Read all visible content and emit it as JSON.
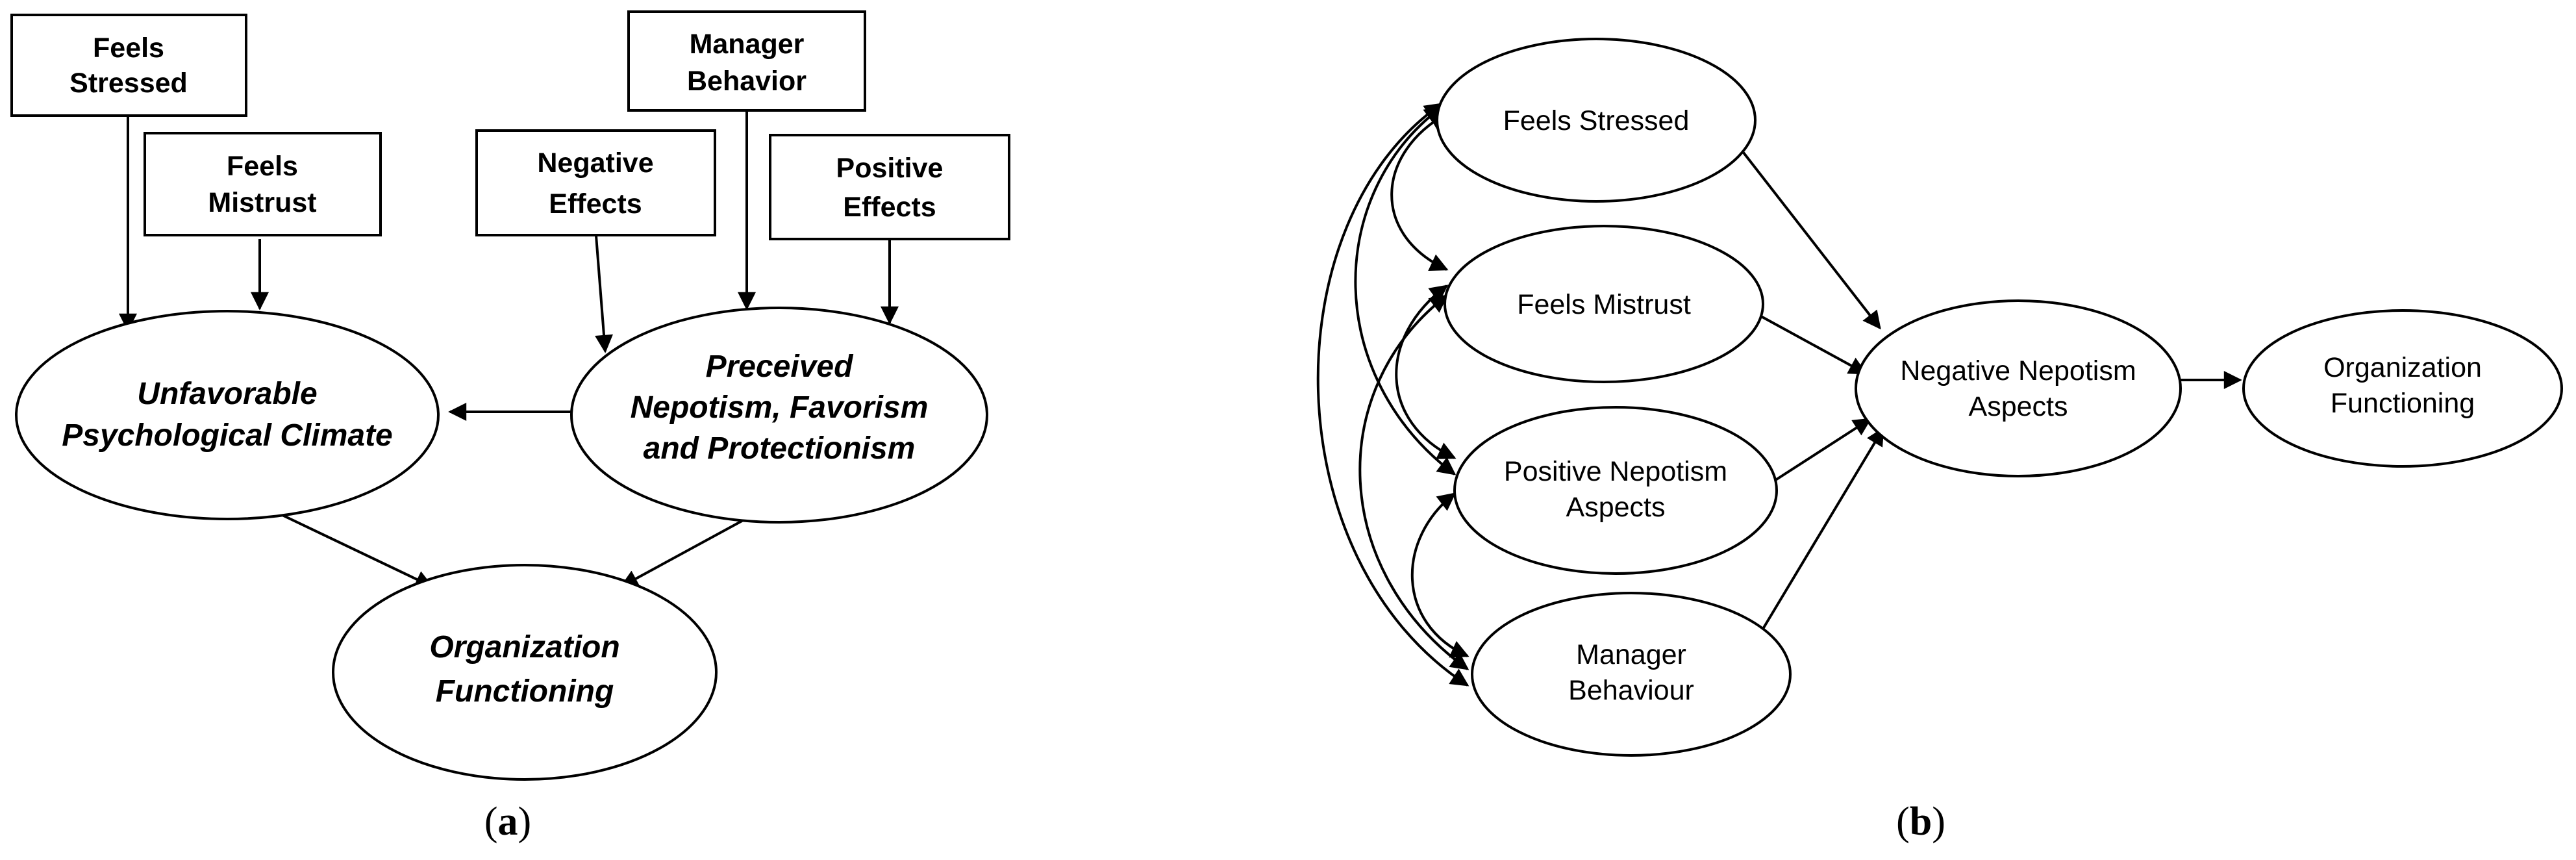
{
  "panel_a": {
    "caption_letter": "a",
    "boxes": {
      "feels_stressed": [
        "Feels",
        "Stressed"
      ],
      "feels_mistrust": [
        "Feels",
        "Mistrust"
      ],
      "negative_effects": [
        "Negative",
        "Effects"
      ],
      "manager_behavior": [
        "Manager",
        "Behavior"
      ],
      "positive_effects": [
        "Positive",
        "Effects"
      ]
    },
    "ellipses": {
      "unfavorable_climate": [
        "Unfavorable",
        "Psychological Climate"
      ],
      "perceived_nepotism": [
        "Preceived",
        "Nepotism,  Favorism",
        "and Protectionism"
      ],
      "organization_functioning": [
        "Organization",
        "Functioning"
      ]
    }
  },
  "panel_b": {
    "caption_letter": "b",
    "nodes": {
      "feels_stressed": [
        "Feels Stressed"
      ],
      "feels_mistrust": [
        "Feels Mistrust"
      ],
      "positive_nepotism": [
        "Positive Nepotism",
        "Aspects"
      ],
      "manager_behaviour": [
        "Manager",
        "Behaviour"
      ],
      "negative_nepotism": [
        "Negative Nepotism",
        "Aspects"
      ],
      "organization_functioning": [
        "Organization",
        "Functioning"
      ]
    }
  }
}
